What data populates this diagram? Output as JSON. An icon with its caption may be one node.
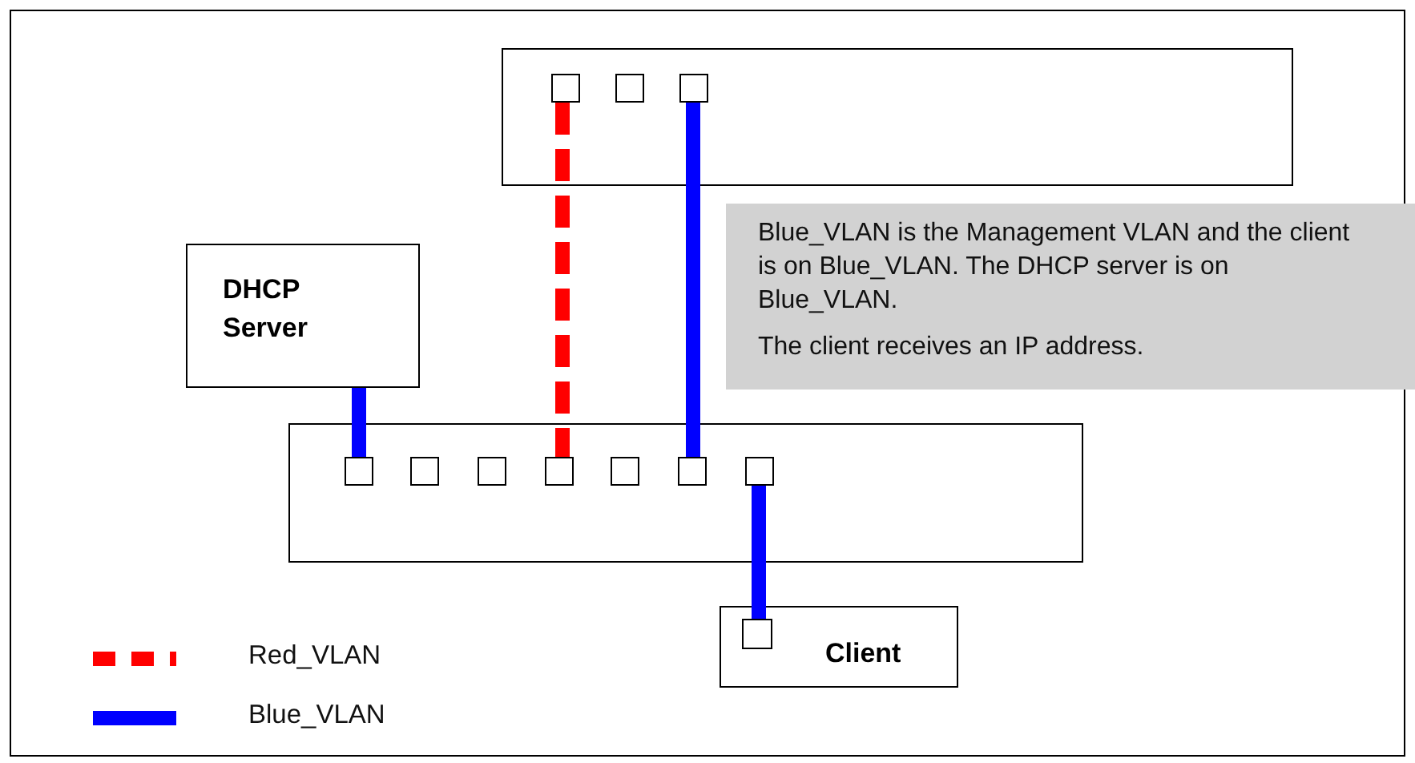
{
  "diagram": {
    "nodes": [
      {
        "text": [],
        "shape": "box"
      },
      {
        "text": [],
        "shape": "box",
        "in": 0
      },
      {
        "text": [],
        "shape": "box",
        "in": 0
      },
      {
        "text": [],
        "shape": "box",
        "in": 0
      },
      {
        "text": [
          "Blue_VLAN is the Management VLAN and the client is on Blue_VLAN. The DHCP server is on Blue_VLAN.",
          "The client receives an IP address."
        ]
      },
      {
        "text": [
          "DHCP Server"
        ]
      },
      {
        "text": [],
        "shape": "box"
      },
      {
        "text": [],
        "shape": "box",
        "in": 6
      },
      {
        "text": [],
        "shape": "box",
        "in": 6
      },
      {
        "text": [],
        "shape": "box",
        "in": 6
      },
      {
        "text": [],
        "shape": "box",
        "in": 6
      },
      {
        "text": [],
        "shape": "box",
        "in": 6
      },
      {
        "text": [],
        "shape": "box",
        "in": 6
      },
      {
        "text": [],
        "shape": "box",
        "in": 6
      },
      {
        "text": [
          "Client"
        ]
      },
      {
        "text": [],
        "shape": "box",
        "in": 14
      }
    ],
    "edges": [
      {
        "from": 1,
        "to": 10,
        "arrow": "none",
        "style": "dashed",
        "color": "#ff0000"
      },
      {
        "from": 3,
        "to": 12,
        "arrow": "none"
      },
      {
        "from": 5,
        "to": 7,
        "arrow": "none"
      },
      {
        "from": 13,
        "to": 15,
        "arrow": "none"
      }
    ],
    "legend": [
      {
        "text": "Red_VLAN"
      },
      {
        "text": "Blue_VLAN"
      }
    ]
  }
}
